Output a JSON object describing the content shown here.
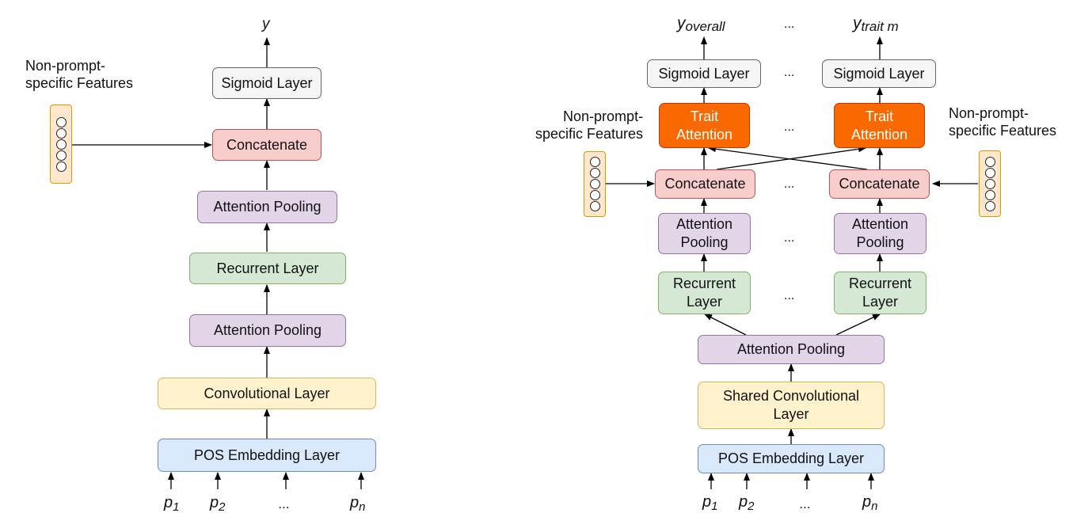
{
  "left": {
    "output": "y",
    "sigmoid": "Sigmoid Layer",
    "concatenate": "Concatenate",
    "attention_pooling_top": "Attention Pooling",
    "recurrent": "Recurrent Layer",
    "attention_pooling_bottom": "Attention Pooling",
    "convolutional": "Convolutional Layer",
    "pos_embedding": "POS Embedding Layer",
    "features_label": "Non-prompt-\nspecific Features",
    "inputs": [
      {
        "base": "p",
        "sub": "1"
      },
      {
        "base": "p",
        "sub": "2"
      },
      {
        "base": "...",
        "sub": ""
      },
      {
        "base": "p",
        "sub": "n"
      }
    ]
  },
  "right": {
    "output_first": {
      "base": "y",
      "sub": "overall"
    },
    "output_last": {
      "base": "y",
      "sub": "trait m"
    },
    "ellipsis": "...",
    "sigmoid": "Sigmoid Layer",
    "trait_attention": "Trait\nAttention",
    "concatenate": "Concatenate",
    "attention_pooling_branch": "Attention\nPooling",
    "recurrent": "Recurrent\nLayer",
    "attention_pooling_shared": "Attention Pooling",
    "shared_conv": "Shared Convolutional\nLayer",
    "pos_embedding": "POS Embedding Layer",
    "features_label_left": "Non-prompt-\nspecific Features",
    "features_label_right": "Non-prompt-\nspecific Features",
    "inputs": [
      {
        "base": "p",
        "sub": "1"
      },
      {
        "base": "p",
        "sub": "2"
      },
      {
        "base": "...",
        "sub": ""
      },
      {
        "base": "p",
        "sub": "n"
      }
    ]
  },
  "colors": {
    "sigmoid": "#f5f5f5",
    "concatenate": "#f8cecc",
    "attention": "#e1d5e7",
    "recurrent": "#d5e8d4",
    "convolutional": "#fff2cc",
    "embedding": "#dae8fc",
    "trait_attention": "#fa6800",
    "feature_vector": "#ffe6cc"
  }
}
